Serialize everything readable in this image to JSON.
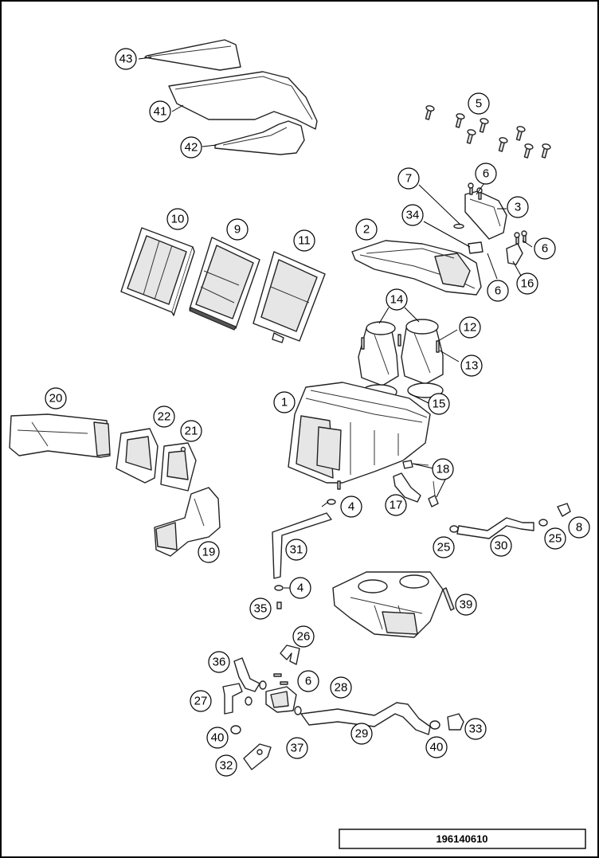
{
  "diagram_id": "196140610",
  "callouts": [
    {
      "key": "c43",
      "label": "43"
    },
    {
      "key": "c41",
      "label": "41"
    },
    {
      "key": "c42",
      "label": "42"
    },
    {
      "key": "c5",
      "label": "5"
    },
    {
      "key": "c7",
      "label": "7"
    },
    {
      "key": "c6a",
      "label": "6"
    },
    {
      "key": "c3",
      "label": "3"
    },
    {
      "key": "c34",
      "label": "34"
    },
    {
      "key": "c2",
      "label": "2"
    },
    {
      "key": "c6b",
      "label": "6"
    },
    {
      "key": "c6c",
      "label": "6"
    },
    {
      "key": "c16",
      "label": "16"
    },
    {
      "key": "c10",
      "label": "10"
    },
    {
      "key": "c9",
      "label": "9"
    },
    {
      "key": "c11",
      "label": "11"
    },
    {
      "key": "c14",
      "label": "14"
    },
    {
      "key": "c12",
      "label": "12"
    },
    {
      "key": "c13",
      "label": "13"
    },
    {
      "key": "c15",
      "label": "15"
    },
    {
      "key": "c1",
      "label": "1"
    },
    {
      "key": "c20",
      "label": "20"
    },
    {
      "key": "c22",
      "label": "22"
    },
    {
      "key": "c21",
      "label": "21"
    },
    {
      "key": "c18",
      "label": "18"
    },
    {
      "key": "c17",
      "label": "17"
    },
    {
      "key": "c4a",
      "label": "4"
    },
    {
      "key": "c19",
      "label": "19"
    },
    {
      "key": "c8",
      "label": "8"
    },
    {
      "key": "c25a",
      "label": "25"
    },
    {
      "key": "c30",
      "label": "30"
    },
    {
      "key": "c25b",
      "label": "25"
    },
    {
      "key": "c31",
      "label": "31"
    },
    {
      "key": "c4b",
      "label": "4"
    },
    {
      "key": "c35",
      "label": "35"
    },
    {
      "key": "c39",
      "label": "39"
    },
    {
      "key": "c26",
      "label": "26"
    },
    {
      "key": "c36",
      "label": "36"
    },
    {
      "key": "c6d",
      "label": "6"
    },
    {
      "key": "c28",
      "label": "28"
    },
    {
      "key": "c27",
      "label": "27"
    },
    {
      "key": "c29",
      "label": "29"
    },
    {
      "key": "c33",
      "label": "33"
    },
    {
      "key": "c40a",
      "label": "40"
    },
    {
      "key": "c37",
      "label": "37"
    },
    {
      "key": "c40b",
      "label": "40"
    },
    {
      "key": "c32",
      "label": "32"
    }
  ]
}
